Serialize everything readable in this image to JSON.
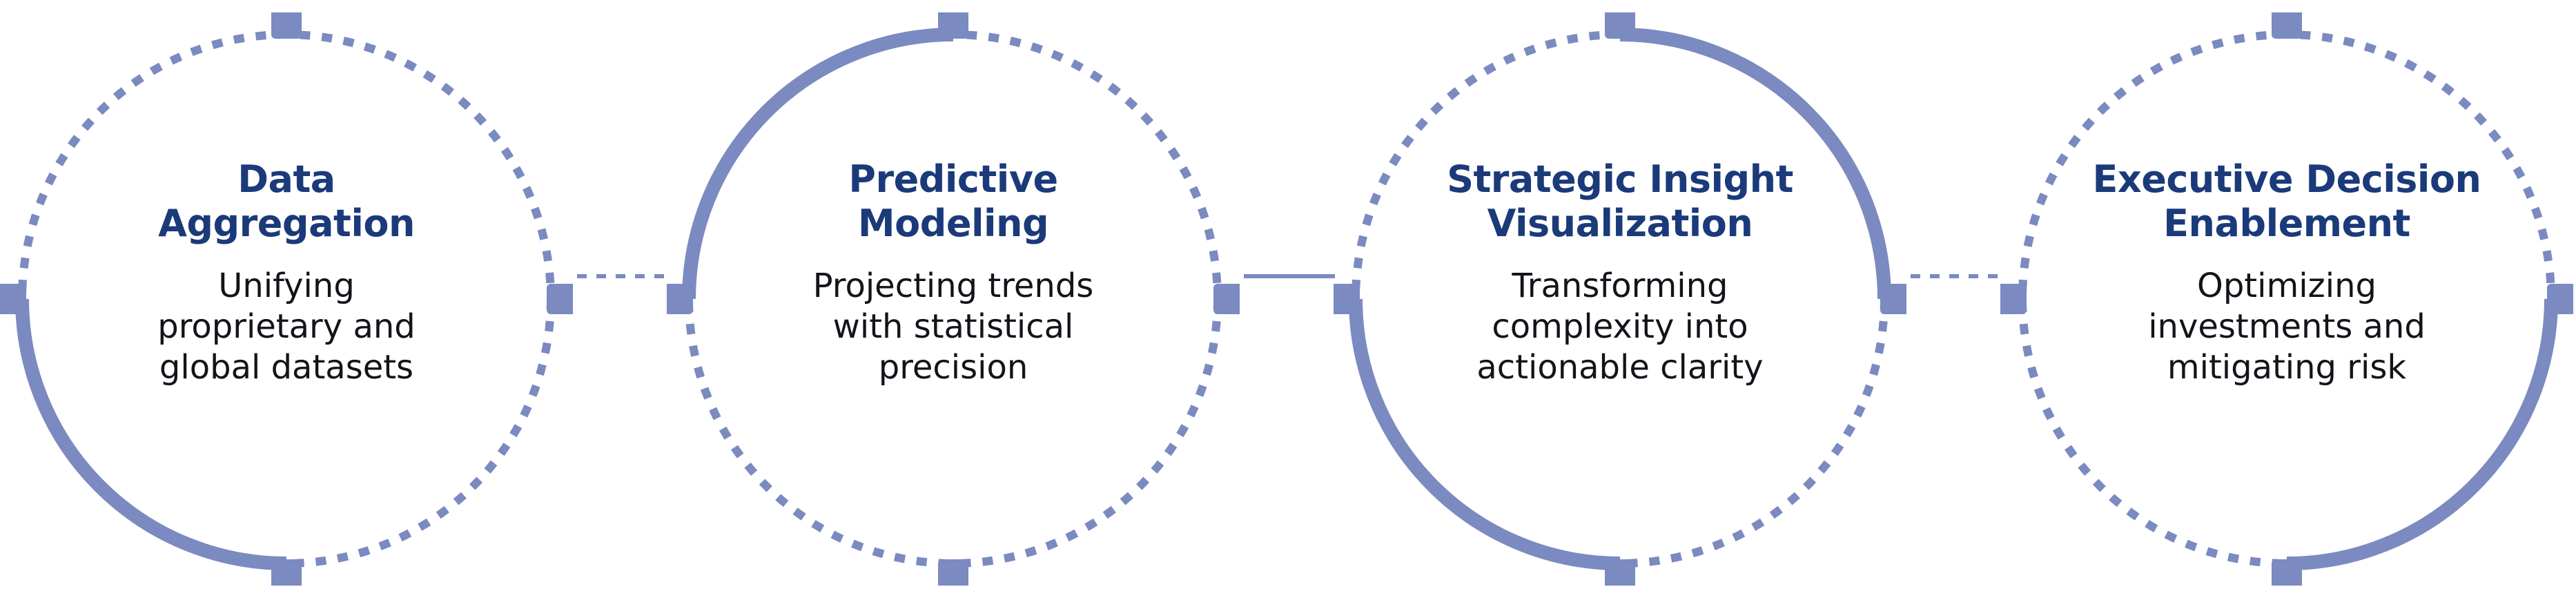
{
  "diagram": {
    "type": "process-circles",
    "accent_color": "#7b8ac0",
    "title_color": "#1b3a7a",
    "text_color": "#13131a",
    "background": "#ffffff",
    "nodes": [
      {
        "id": "data-aggregation",
        "title_line1": "Data",
        "title_line2": "Aggregation",
        "desc_line1": "Unifying",
        "desc_line2": "proprietary and",
        "desc_line3": "global datasets",
        "handles": [
          "top",
          "left",
          "right",
          "bottom"
        ]
      },
      {
        "id": "predictive-modeling",
        "title_line1": "Predictive",
        "title_line2": "Modeling",
        "desc_line1": "Projecting trends",
        "desc_line2": "with statistical",
        "desc_line3": "precision",
        "handles": [
          "top",
          "left",
          "right",
          "bottom"
        ]
      },
      {
        "id": "strategic-insight-visualization",
        "title_line1": "Strategic Insight",
        "title_line2": "Visualization",
        "desc_line1": "Transforming",
        "desc_line2": "complexity into",
        "desc_line3": "actionable clarity",
        "handles": [
          "top",
          "left",
          "right",
          "bottom"
        ]
      },
      {
        "id": "executive-decision-enablement",
        "title_line1": "Executive Decision",
        "title_line2": "Enablement",
        "desc_line1": "Optimizing",
        "desc_line2": "investments and",
        "desc_line3": "mitigating risk",
        "handles": [
          "top",
          "left",
          "right",
          "bottom"
        ]
      }
    ],
    "connectors": [
      {
        "id": "connector-1",
        "style": "dotted",
        "from": "data-aggregation",
        "to": "predictive-modeling"
      },
      {
        "id": "connector-2",
        "style": "solid",
        "from": "predictive-modeling",
        "to": "strategic-insight-visualization"
      },
      {
        "id": "connector-3",
        "style": "dotted",
        "from": "strategic-insight-visualization",
        "to": "executive-decision-enablement"
      }
    ]
  }
}
